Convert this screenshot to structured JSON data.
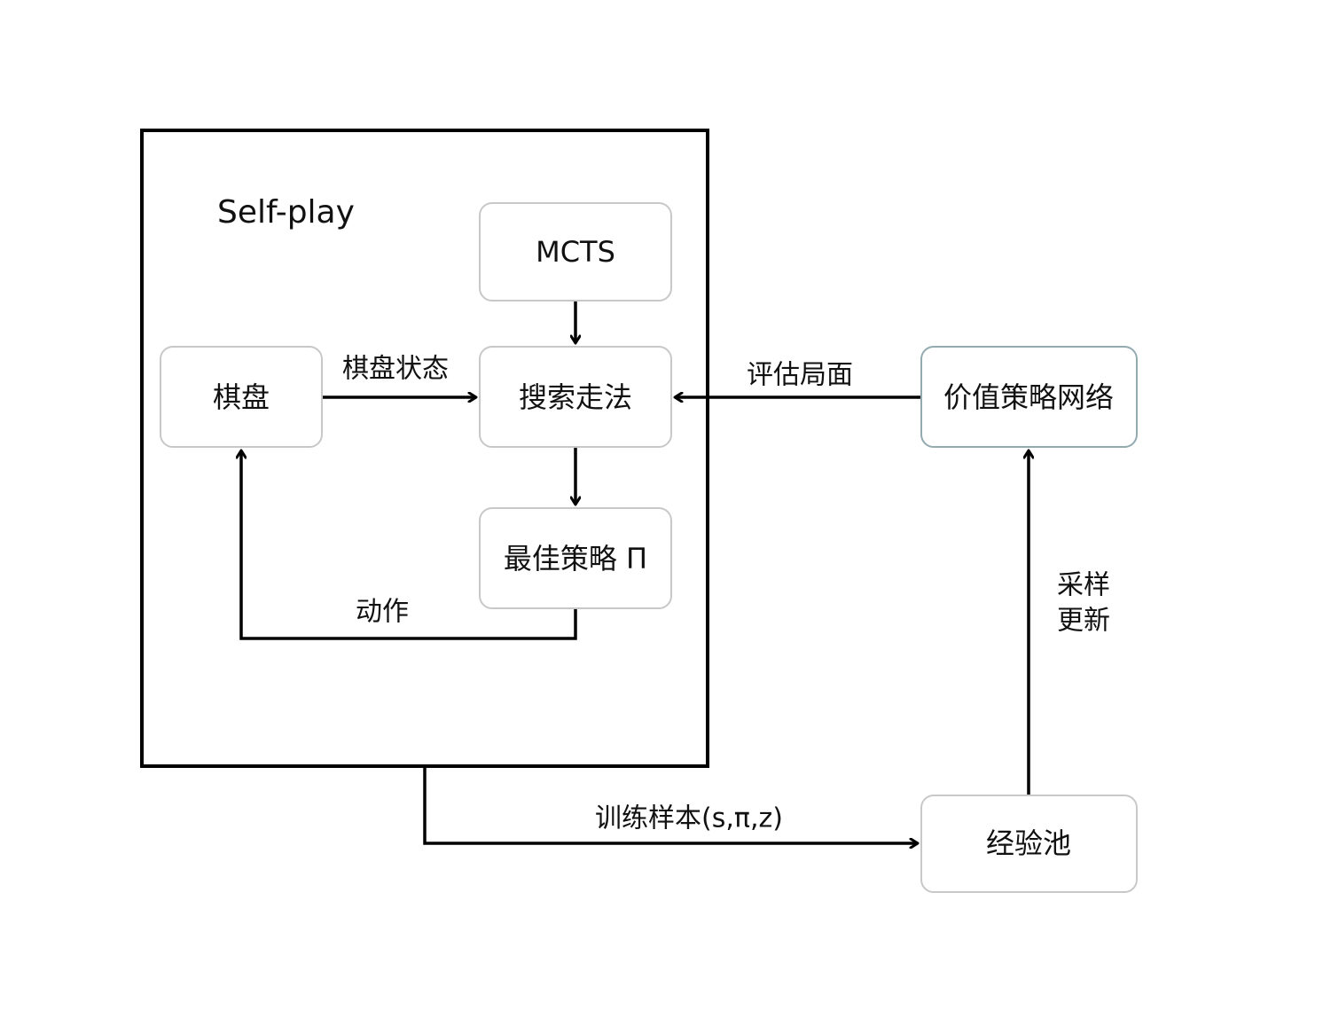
{
  "diagram": {
    "container": {
      "title": "Self-play"
    },
    "nodes": {
      "mcts": "MCTS",
      "board": "棋盘",
      "search": "搜索走法",
      "best_policy": "最佳策略 Π",
      "network": "价值策略网络",
      "replay_pool": "经验池"
    },
    "edges": {
      "board_state": "棋盘状态",
      "evaluate": "评估局面",
      "action": "动作",
      "sample_line1": "采样",
      "sample_line2": "更新",
      "training_samples": "训练样本(s,π,z)"
    },
    "colors": {
      "box_border": "#c8c8c8",
      "network_border": "#93aab0",
      "line": "#000000",
      "text": "#111111"
    }
  }
}
